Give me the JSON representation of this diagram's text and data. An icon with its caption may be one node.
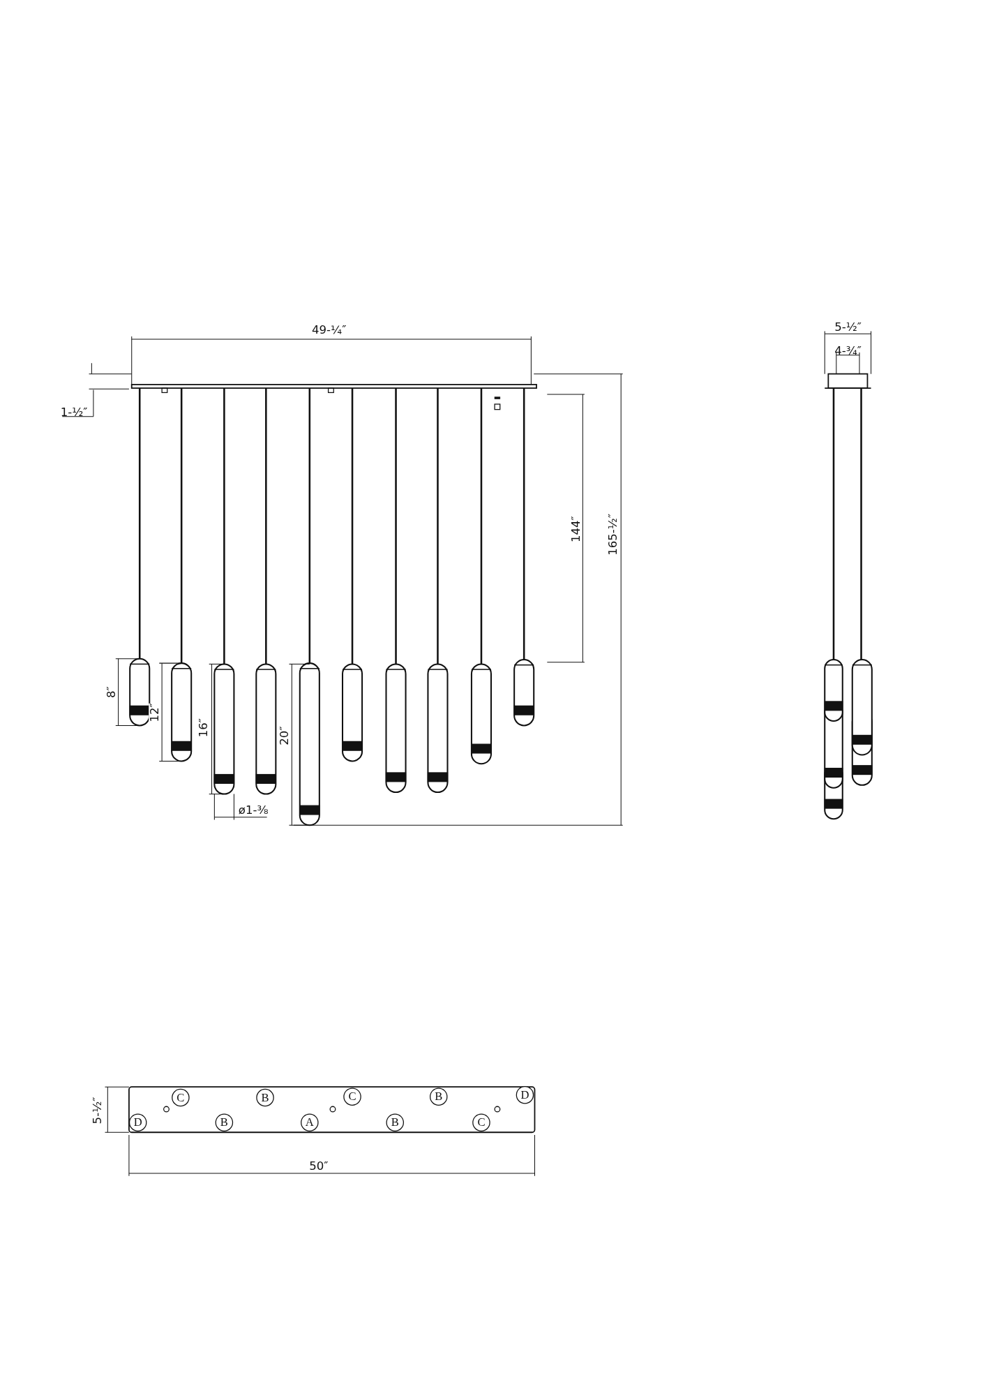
{
  "diagram": {
    "labels": [
      "49-¼″",
      "5-½″",
      "4-¾″",
      "1-½″",
      "144″",
      "165-½″",
      "8″",
      "12″",
      "16″",
      "20″",
      "ø1-⅜",
      "5-½″",
      "C",
      "B",
      "C",
      "B",
      "D",
      "D",
      "B",
      "A",
      "B",
      "C",
      "50″"
    ]
  }
}
